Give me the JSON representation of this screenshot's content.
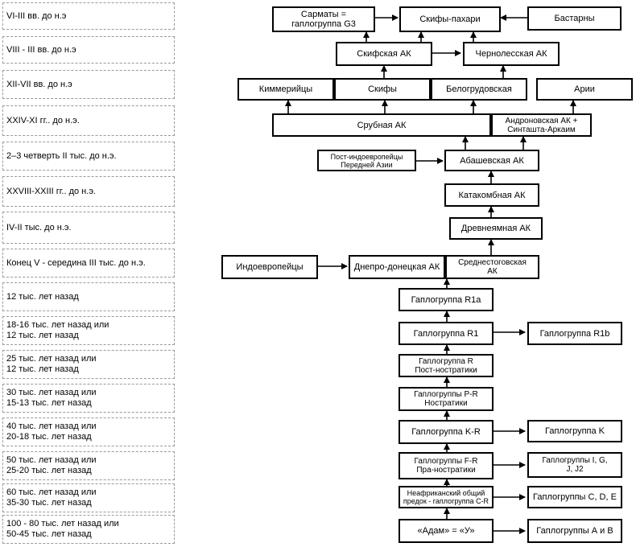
{
  "periods": [
    "VI-III вв. до н.э",
    "VIII - III вв. до н.э",
    "XII-VII вв. до н.э",
    "XXIV-XI гг.. до н.э.",
    "2–3 четверть II тыс. до н.э.",
    "XXVIII-XXIII гг.. до н.э.",
    "IV-II тыс. до н.э.",
    "Конец V - середина III тыс. до н.э.",
    "12 тыс. лет назад",
    "18-16 тыс. лет назад или\n12 тыс. лет назад",
    "25 тыс. лет назад или\n12 тыс. лет назад",
    "30 тыс. лет назад или\n15-13 тыс. лет назад",
    "40 тыс. лет назад или\n20-18 тыс. лет назад",
    "50 тыс. лет назад или\n25-20 тыс. лет назад",
    "60 тыс. лет назад или\n35-30 тыс. лет назад",
    "100 - 80 тыс. лет назад или\n50-45 тыс. лет назад"
  ],
  "nodes": {
    "sarmaty": "Сарматы =\nгаплогруппа G3",
    "skify_pahari": "Скифы-пахари",
    "bastarny": "Бастарны",
    "skifskaya": "Скифская АК",
    "chernoles": "Чернолесская АК",
    "kimmeriytsy": "Киммерийцы",
    "skify": "Скифы",
    "belogrud": "Белогрудовская",
    "arii": "Арии",
    "srubnaya": "Срубная АК",
    "andronov": "Андроновская АК +\nСинташта-Аркаим",
    "post_ie": "Пост-индоевропейцы\nПередней Азии",
    "abashev": "Абашевская АК",
    "katakomb": "Катакомбная АК",
    "drevneyam": "Древнеямная АК",
    "indoevrop": "Индоевропейцы",
    "dnepro": "Днепро-донецкая АК",
    "srednestog": "Среднестоговская\nАК",
    "r1a": "Гаплогруппа R1a",
    "r1": "Гаплогруппа R1",
    "r1b": "Гаплогруппа R1b",
    "r": "Гаплогруппа R\nПост-ностратики",
    "pr": "Гаплогруппы P-R\nНостратики",
    "kr": "Гаплогруппа K-R",
    "k": "Гаплогруппа K",
    "fr": "Гаплогруппы F-R\nПра-ностратики",
    "ig": "Гаплогруппы I, G,\nJ, J2",
    "cr": "Неафриканский общий\nпредок - гаплогруппа C-R",
    "cde": "Гаплогруппы C, D, E",
    "adam": "«Адам» = «У»",
    "ab": "Гаплогруппы А и В"
  }
}
